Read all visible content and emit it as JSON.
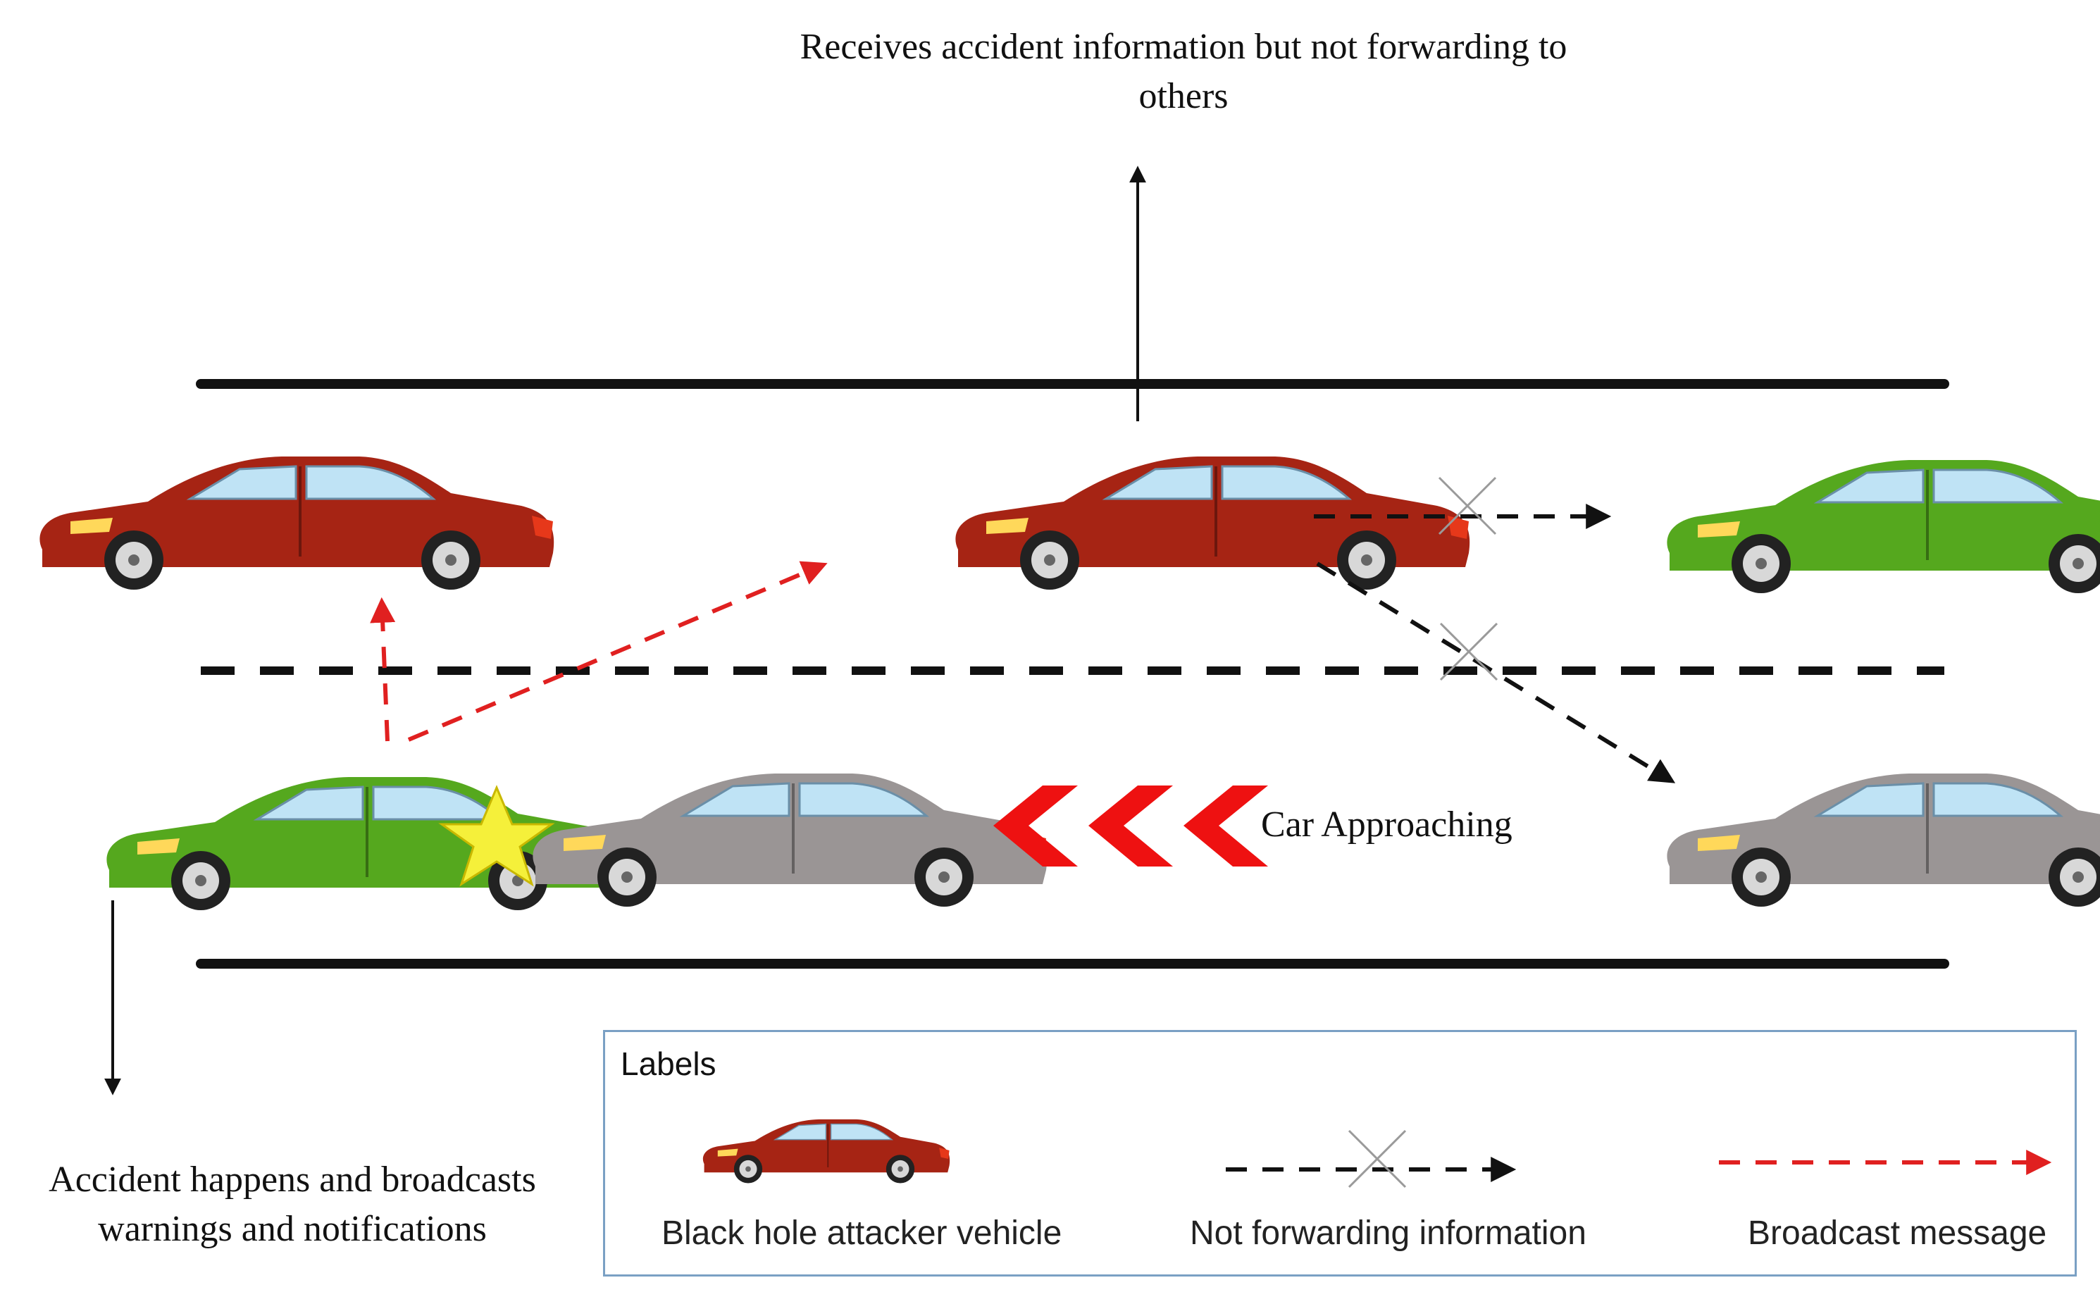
{
  "captions": {
    "top": "Receives accident information but not forwarding to others",
    "bottom": "Accident happens and broadcasts warnings and notifications",
    "approaching": "Car Approaching"
  },
  "legend": {
    "title": "Labels",
    "items": [
      {
        "label": "Black hole attacker vehicle",
        "icon": "red-car-icon"
      },
      {
        "label": "Not forwarding information",
        "icon": "black-dashed-crossed-arrow-icon"
      },
      {
        "label": "Broadcast message",
        "icon": "red-dashed-arrow-icon"
      }
    ]
  },
  "colors": {
    "attacker_car": "#a62414",
    "normal_car": "#55a81e",
    "approaching_car": "#9a9595",
    "broadcast_arrow": "#e02020",
    "not_forward_arrow": "#111111",
    "chevron": "#ee1111",
    "collision_star": "#f5f03a",
    "legend_border": "#7aa0c4"
  },
  "vehicles": [
    {
      "role": "attacker",
      "lane": "upper",
      "color": "red"
    },
    {
      "role": "attacker",
      "lane": "upper",
      "color": "red"
    },
    {
      "role": "normal",
      "lane": "upper",
      "color": "green"
    },
    {
      "role": "crashed",
      "lane": "lower",
      "color": "green"
    },
    {
      "role": "crashed",
      "lane": "lower",
      "color": "grey"
    },
    {
      "role": "approaching",
      "lane": "lower",
      "color": "grey"
    }
  ]
}
